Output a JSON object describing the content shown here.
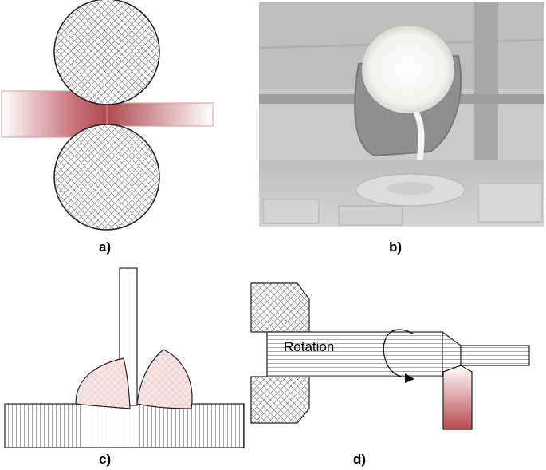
{
  "panels": {
    "a": {
      "label": "a)"
    },
    "b": {
      "label": "b)"
    },
    "c": {
      "label": "c)"
    },
    "d": {
      "label": "d)",
      "annotation": "Rotation"
    }
  },
  "colors": {
    "outline": "#333333",
    "hatch": "#555555",
    "workpiece_red": "#b8484f",
    "photo_bg": "#c8c8c8",
    "molten_metal": "#f4f4f2"
  }
}
